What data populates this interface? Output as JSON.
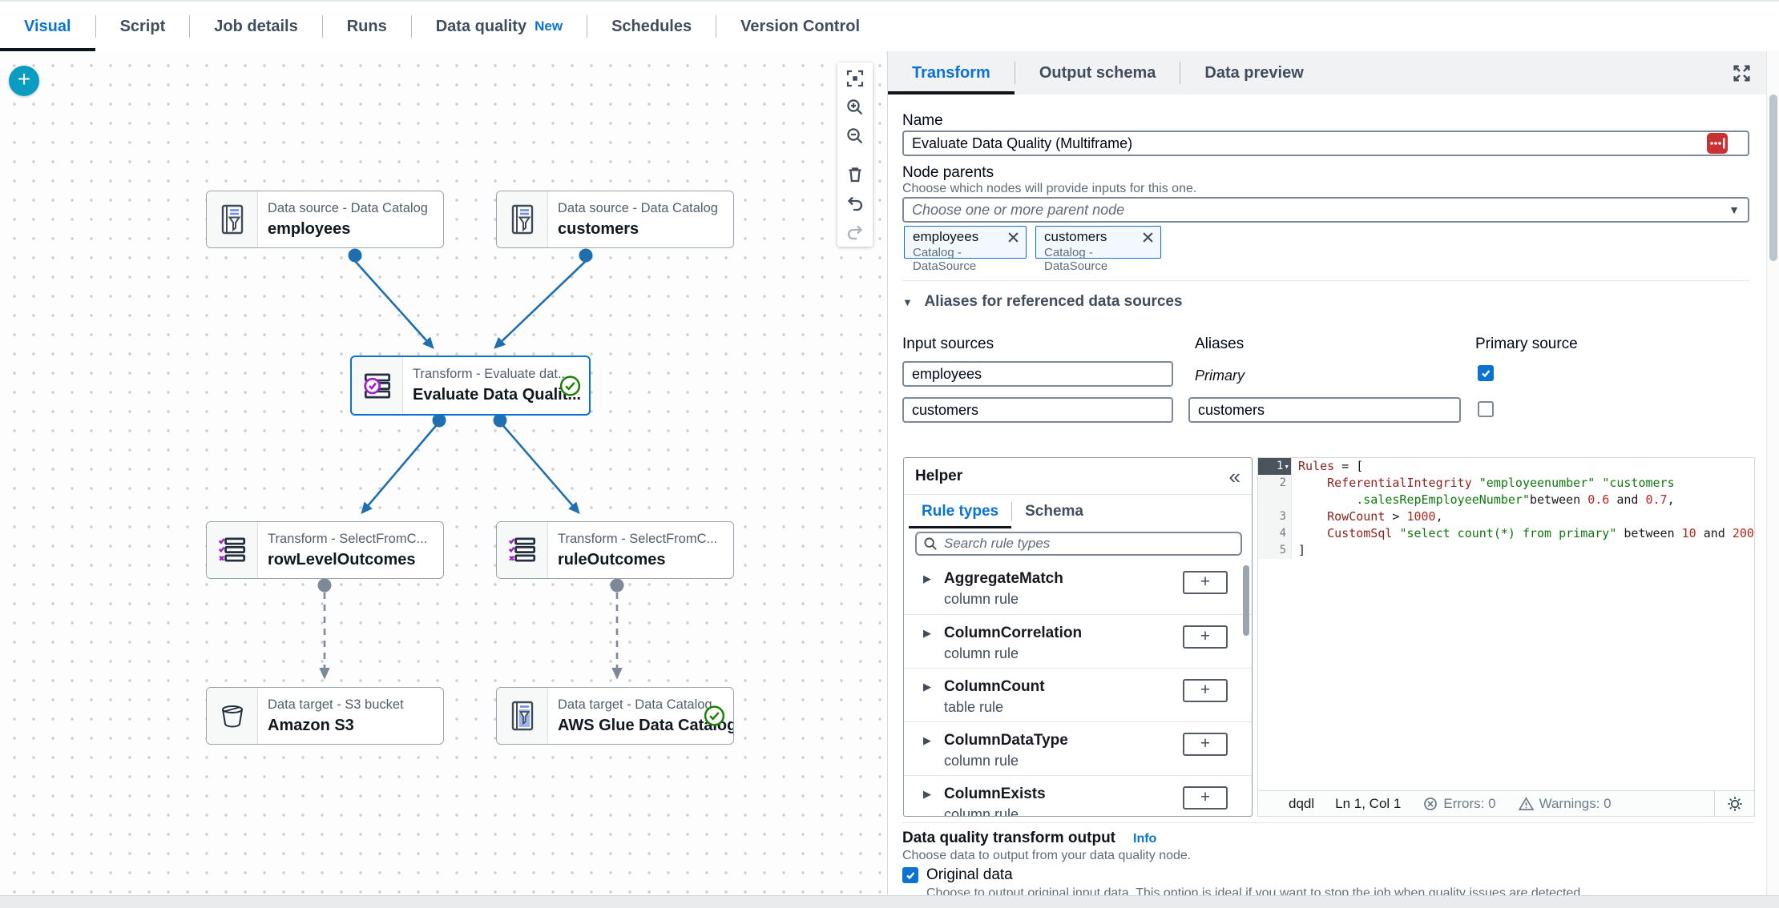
{
  "colors": {
    "accent": "#0972d3",
    "edge_blue": "#1f6fae",
    "success_green": "#1d8102",
    "purple": "#a41ec8",
    "add_button_teal": "#0b9dc1",
    "error_red": "#c83232"
  },
  "top_nav": {
    "tabs": [
      {
        "label": "Visual",
        "active": true
      },
      {
        "label": "Script"
      },
      {
        "label": "Job details"
      },
      {
        "label": "Runs"
      },
      {
        "label": "Data quality",
        "badge": "New"
      },
      {
        "label": "Schedules"
      },
      {
        "label": "Version Control"
      }
    ]
  },
  "canvas": {
    "add_button_label": "+",
    "nodes": [
      {
        "id": "employees",
        "type_label": "Data source - Data Catalog",
        "name": "employees",
        "icon": "catalog-source"
      },
      {
        "id": "customers",
        "type_label": "Data source - Data Catalog",
        "name": "customers",
        "icon": "catalog-source"
      },
      {
        "id": "edq",
        "type_label": "Transform - Evaluate dat...",
        "name": "Evaluate Data Qualit...",
        "icon": "evaluate-dq",
        "selected": true,
        "status": "success"
      },
      {
        "id": "rowLevelOutcomes",
        "type_label": "Transform - SelectFromC...",
        "name": "rowLevelOutcomes",
        "icon": "select-from-collection"
      },
      {
        "id": "ruleOutcomes",
        "type_label": "Transform - SelectFromC...",
        "name": "ruleOutcomes",
        "icon": "select-from-collection"
      },
      {
        "id": "s3",
        "type_label": "Data target - S3 bucket",
        "name": "Amazon S3",
        "icon": "s3-bucket"
      },
      {
        "id": "catalogTarget",
        "type_label": "Data target - Data Catalog",
        "name": "AWS Glue Data Catalog",
        "icon": "catalog-target",
        "status": "success"
      }
    ]
  },
  "panel": {
    "tabs": [
      {
        "label": "Transform",
        "active": true
      },
      {
        "label": "Output schema"
      },
      {
        "label": "Data preview"
      }
    ],
    "name_field": {
      "label": "Name",
      "value": "Evaluate Data Quality (Multiframe)"
    },
    "node_parents": {
      "label": "Node parents",
      "help": "Choose which nodes will provide inputs for this one.",
      "placeholder": "Choose one or more parent node",
      "tokens": [
        {
          "name": "employees",
          "type": "Catalog - DataSource"
        },
        {
          "name": "customers",
          "type": "Catalog - DataSource"
        }
      ]
    },
    "aliases": {
      "section_title": "Aliases for referenced data sources",
      "columns": {
        "input": "Input sources",
        "alias": "Aliases",
        "primary": "Primary source"
      },
      "rows": [
        {
          "source": "employees",
          "alias": "Primary",
          "primary": true
        },
        {
          "source": "customers",
          "alias": "customers",
          "primary": false
        }
      ]
    },
    "helper": {
      "title": "Helper",
      "tabs": [
        {
          "label": "Rule types",
          "active": true
        },
        {
          "label": "Schema"
        }
      ],
      "search_placeholder": "Search rule types",
      "rules": [
        {
          "name": "AggregateMatch",
          "kind": "column rule"
        },
        {
          "name": "ColumnCorrelation",
          "kind": "column rule"
        },
        {
          "name": "ColumnCount",
          "kind": "table rule"
        },
        {
          "name": "ColumnDataType",
          "kind": "column rule"
        },
        {
          "name": "ColumnExists",
          "kind": "column rule"
        }
      ],
      "add_label": "+"
    },
    "editor": {
      "lines": [
        {
          "num": "1",
          "fold": true,
          "tokens": [
            {
              "c": "kw",
              "t": "Rules"
            },
            {
              "c": "pl",
              "t": " = ["
            }
          ]
        },
        {
          "num": "2",
          "tokens": [
            {
              "c": "pl",
              "t": "    "
            },
            {
              "c": "kw",
              "t": "ReferentialIntegrity"
            },
            {
              "c": "pl",
              "t": " "
            },
            {
              "c": "str",
              "t": "\"employeenumber\""
            },
            {
              "c": "pl",
              "t": " "
            },
            {
              "c": "str",
              "t": "\"customers"
            }
          ]
        },
        {
          "num": "",
          "tokens": [
            {
              "c": "pl",
              "t": "        "
            },
            {
              "c": "str",
              "t": ".salesRepEmployeeNumber\""
            },
            {
              "c": "pl",
              "t": "between "
            },
            {
              "c": "num",
              "t": "0.6"
            },
            {
              "c": "pl",
              "t": " and "
            },
            {
              "c": "num",
              "t": "0.7"
            },
            {
              "c": "pl",
              "t": ","
            }
          ]
        },
        {
          "num": "3",
          "tokens": [
            {
              "c": "pl",
              "t": "    "
            },
            {
              "c": "kw",
              "t": "RowCount"
            },
            {
              "c": "pl",
              "t": " > "
            },
            {
              "c": "num",
              "t": "1000"
            },
            {
              "c": "pl",
              "t": ","
            }
          ]
        },
        {
          "num": "4",
          "tokens": [
            {
              "c": "pl",
              "t": "    "
            },
            {
              "c": "kw",
              "t": "CustomSql"
            },
            {
              "c": "pl",
              "t": " "
            },
            {
              "c": "str",
              "t": "\"select count(*) from primary\""
            },
            {
              "c": "pl",
              "t": " between "
            },
            {
              "c": "num",
              "t": "10"
            },
            {
              "c": "pl",
              "t": " and "
            },
            {
              "c": "num",
              "t": "200"
            }
          ]
        },
        {
          "num": "5",
          "tokens": [
            {
              "c": "pl",
              "t": "]"
            }
          ]
        }
      ],
      "status": {
        "mode": "dqdl",
        "cursor": "Ln 1, Col 1",
        "errors": "Errors: 0",
        "warnings": "Warnings: 0"
      }
    },
    "output": {
      "title": "Data quality transform output",
      "info_link": "Info",
      "help": "Choose data to output from your data quality node.",
      "checkbox_label": "Original data",
      "checkbox_help": "Choose to output original input data. This option is ideal if you want to stop the job when quality issues are detected."
    }
  }
}
